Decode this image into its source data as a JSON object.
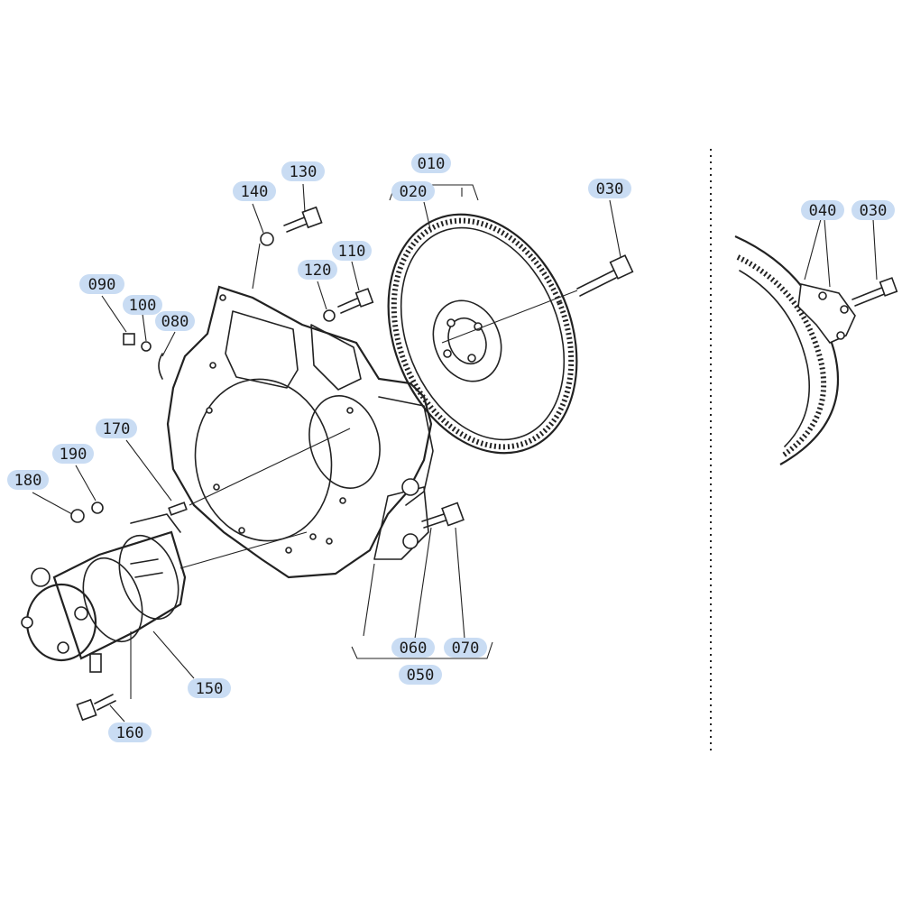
{
  "diagram": {
    "part_numbers": {
      "p010": "010",
      "p020": "020",
      "p030_main": "030",
      "p030_detail": "030",
      "p040": "040",
      "p050": "050",
      "p060": "060",
      "p070": "070",
      "p080": "080",
      "p090": "090",
      "p100": "100",
      "p110": "110",
      "p120": "120",
      "p130": "130",
      "p140": "140",
      "p150": "150",
      "p160": "160",
      "p170": "170",
      "p180": "180",
      "p190": "190"
    },
    "colors": {
      "callout_highlight": "#c9dcf3",
      "line": "#222222",
      "background": "#ffffff"
    }
  }
}
